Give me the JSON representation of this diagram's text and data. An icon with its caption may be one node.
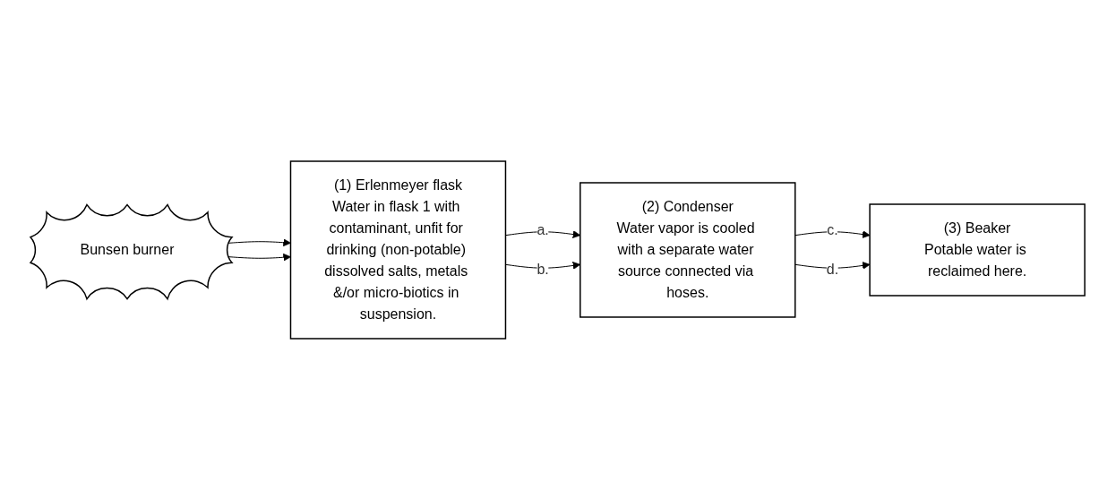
{
  "diagram": {
    "nodes": [
      {
        "text": [
          "(1) Erlenmeyer flask",
          "Water in flask 1 with contaminant, unfit for drinking (non-potable) dissolved salts, metals &/or micro-biotics in suspension."
        ]
      },
      {
        "text": [
          "(2) Condenser",
          "Water vapor is cooled with a separate water source connected via hoses."
        ]
      },
      {
        "text": [
          "(3) Beaker",
          "Potable water is reclaimed here."
        ]
      },
      {
        "text": [
          "Bunsen burner"
        ]
      }
    ],
    "edges": [
      {
        "from": 0,
        "to": 1,
        "arrow": "to",
        "label": "a."
      },
      {
        "from": 0,
        "to": 1,
        "arrow": "to",
        "label": "b."
      },
      {
        "from": 1,
        "to": 2,
        "arrow": "to",
        "label": "c."
      },
      {
        "from": 1,
        "to": 2,
        "arrow": "to",
        "label": "d."
      },
      {
        "from": 3,
        "to": 0,
        "arrow": "to"
      },
      {
        "from": 3,
        "to": 0,
        "arrow": "to"
      }
    ]
  }
}
